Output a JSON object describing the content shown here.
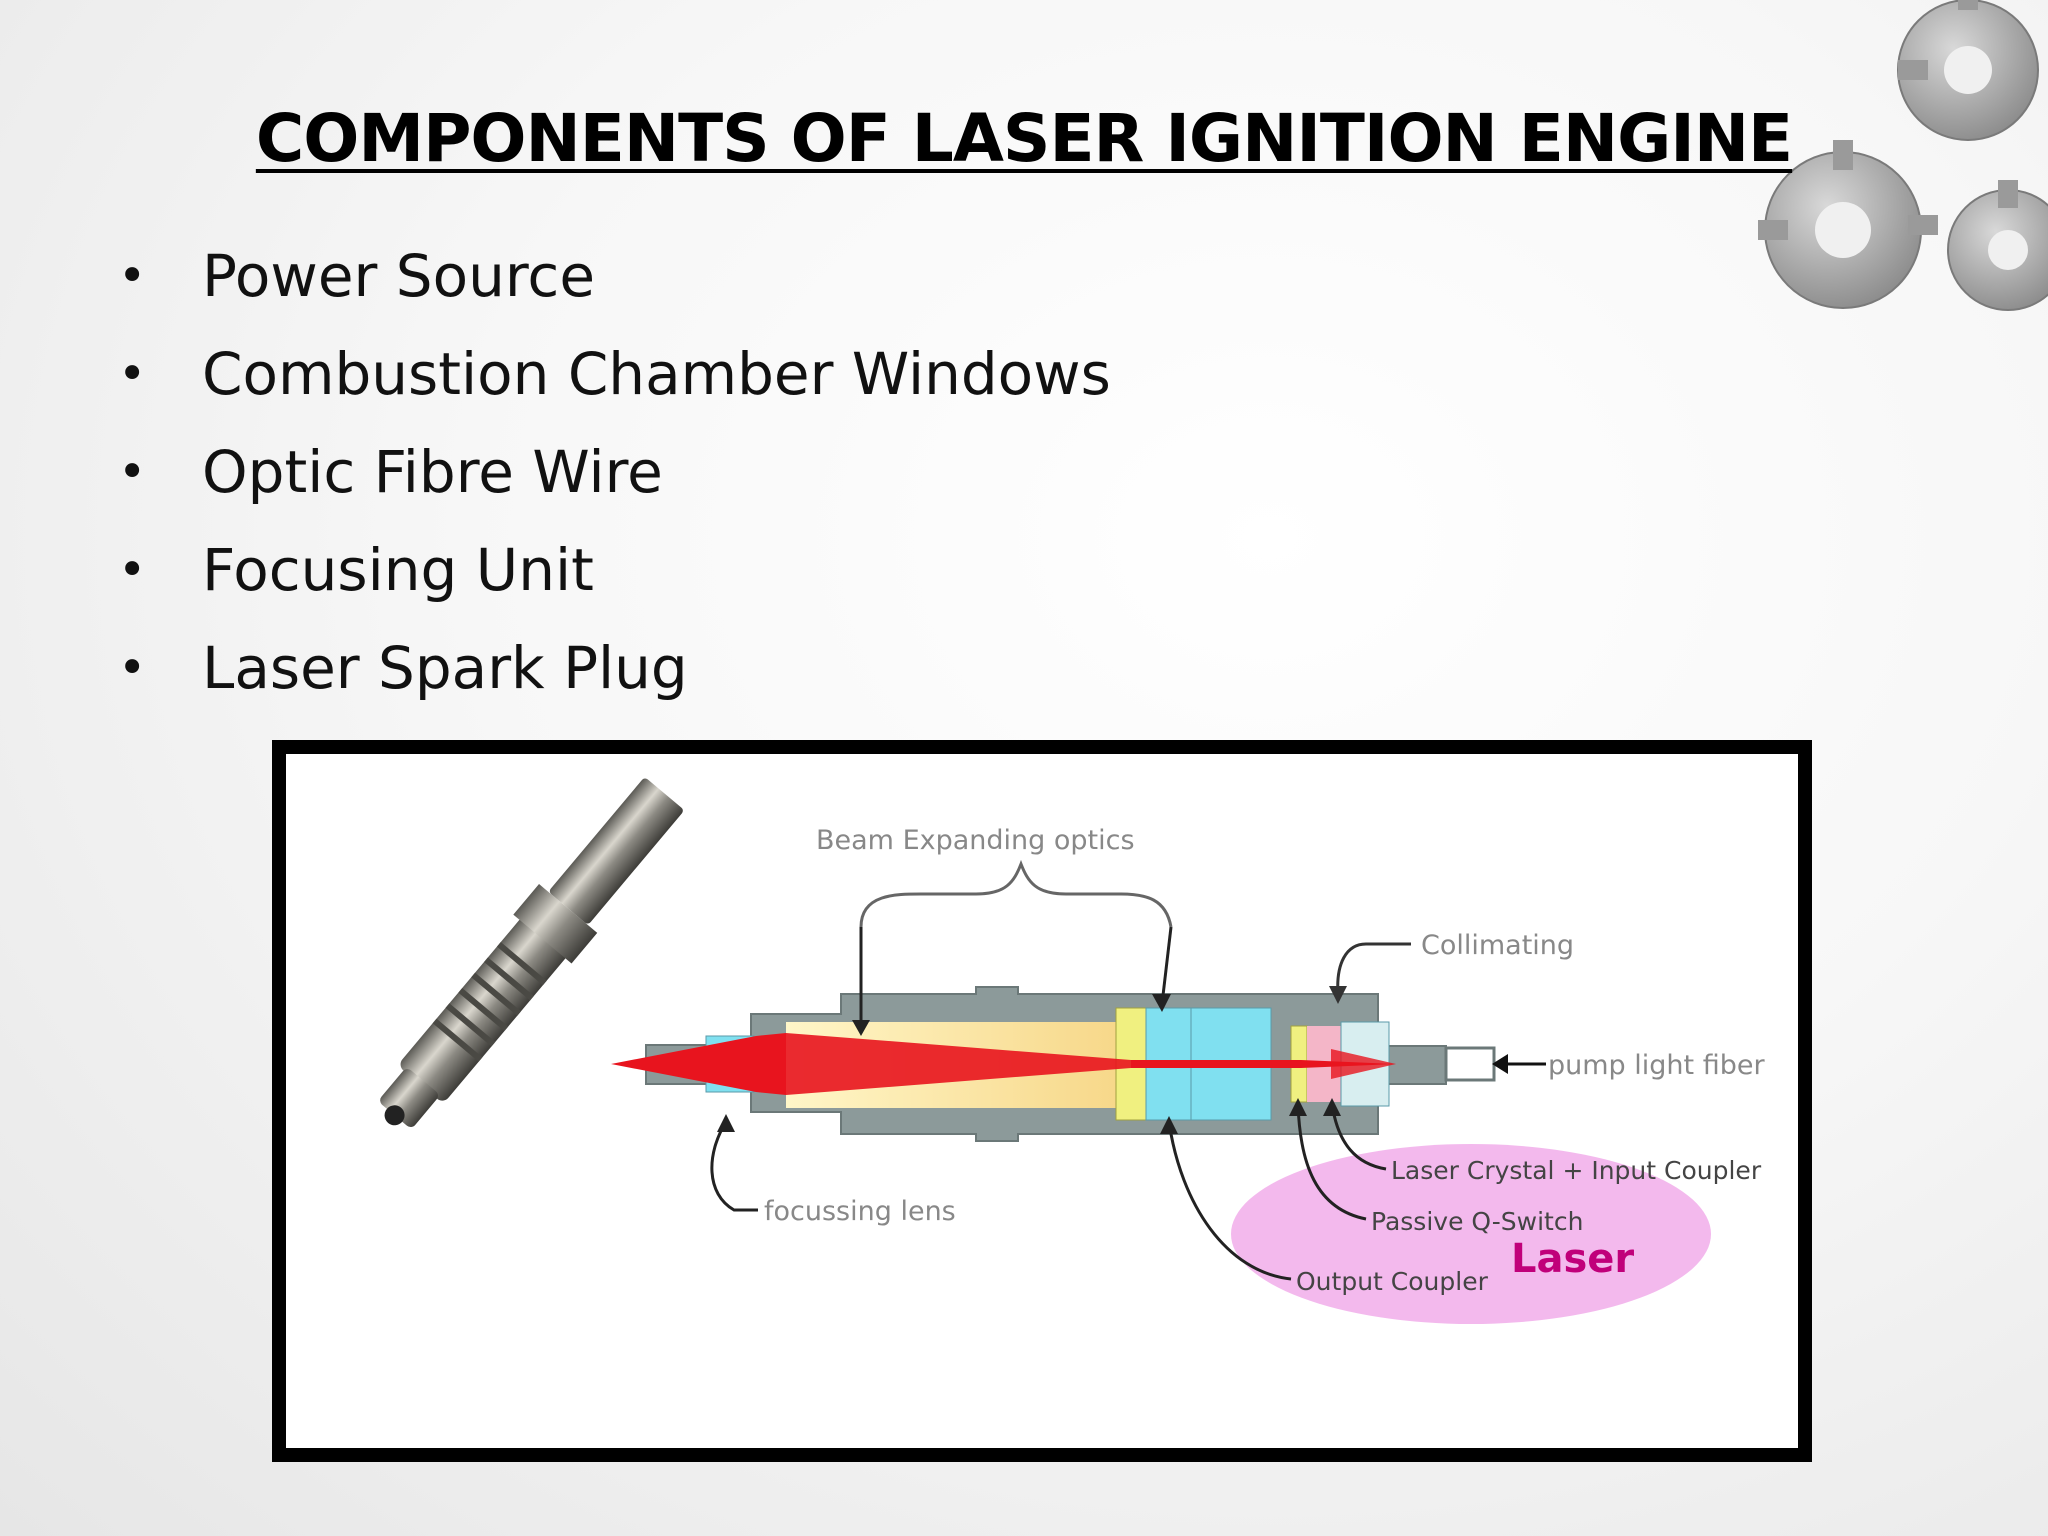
{
  "slide": {
    "title": "COMPONENTS OF LASER IGNITION ENGINE",
    "bullets": [
      "Power Source",
      "Combustion Chamber Windows",
      "Optic Fibre Wire",
      "Focusing Unit",
      "Laser Spark Plug"
    ]
  },
  "diagram": {
    "labels": {
      "beam_expanding": "Beam Expanding optics",
      "collimating": "Collimating",
      "pump_fiber": "pump light fiber",
      "focussing_lens": "focussing lens",
      "laser_crystal": "Laser Crystal  + Input Coupler",
      "q_switch": "Passive Q-Switch",
      "output_coupler": "Output Coupler",
      "laser": "Laser"
    }
  },
  "colors": {
    "laser_label": "#c0007a",
    "laser_region": "#f0a8e8",
    "beam": "#e8141e",
    "optics": "#80e0f0",
    "housing": "#8c9a9a"
  }
}
